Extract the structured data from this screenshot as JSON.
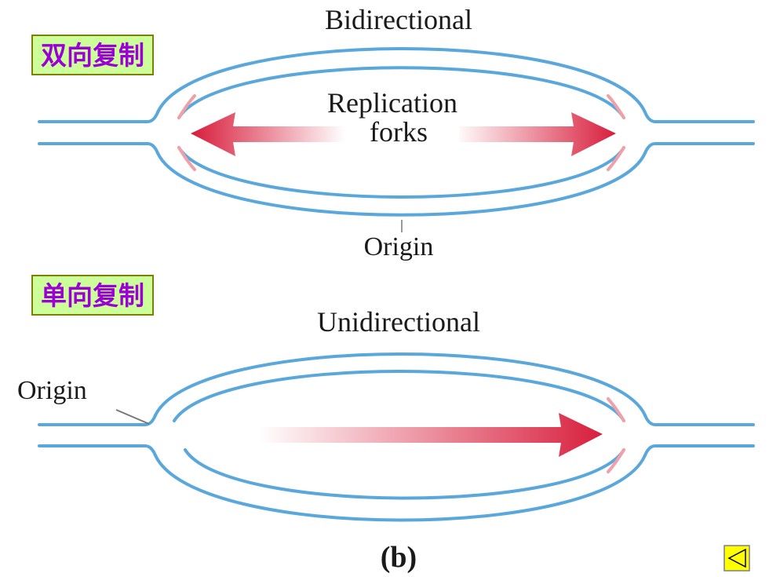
{
  "labels": {
    "bidirectional_cn": "双向复制",
    "unidirectional_cn": "单向复制"
  },
  "diagram": {
    "bidirectional_title": "Bidirectional",
    "replication_line1": "Replication",
    "replication_line2": "forks",
    "origin_top": "Origin",
    "unidirectional_title": "Unidirectional",
    "origin_bottom": "Origin",
    "panel_label": "(b)"
  },
  "nav": {
    "back_icon": "triangle-left-icon",
    "color": "#ffff00"
  },
  "colors": {
    "dna_strand": "#5aa7dc",
    "fork_highlight": "#f2a0a8",
    "arrow_dark": "#d81e3c",
    "label_bg": "#ccff99",
    "label_text": "#9b00d6"
  }
}
